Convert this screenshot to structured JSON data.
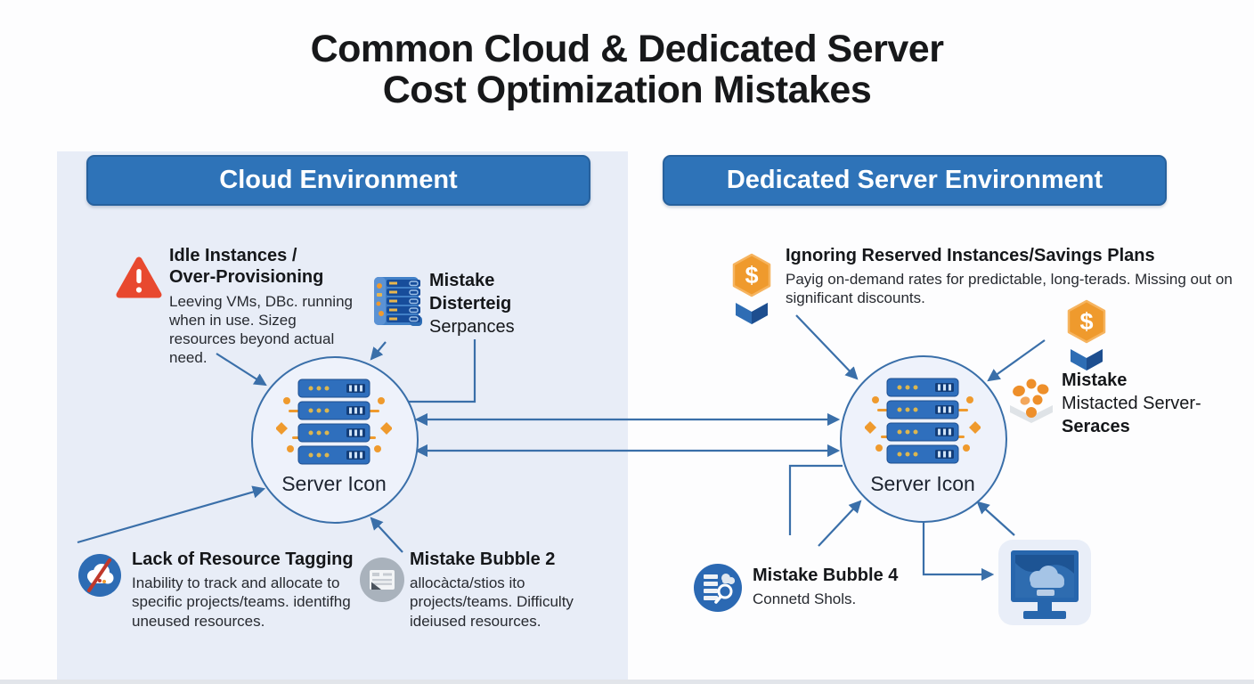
{
  "title": {
    "line1": "Common Cloud & Dedicated Server",
    "line2": "Cost Optimization Mistakes"
  },
  "cloud_panel": {
    "header": "Cloud Environment",
    "server_label": "Server Icon",
    "mistake_idle": {
      "title_line1": "Idle Instances /",
      "title_line2": "Over-Provisioning",
      "body": "Leeving VMs, DBc. running when in use. Sizeg resources beyond actual need."
    },
    "mistake_disterteig": {
      "line1": "Mistake",
      "line2": "Disterteig",
      "line3": "Serpances"
    },
    "mistake_tagging": {
      "title": "Lack of Resource Tagging",
      "body": "Inability to track and allocate to specific projects/teams. identifhg uneused resources."
    },
    "mistake_bubble2": {
      "title": "Mistake Bubble 2",
      "body": "allocàcta/stios ito projects/teams. Difficulty ideiused resources."
    }
  },
  "dedicated_panel": {
    "header": "Dedicated Server Environment",
    "server_label": "Server Icon",
    "mistake_reserved": {
      "title": "Ignoring Reserved Instances/Savings Plans",
      "body": "Payig on-demand rates for predictable, long-terads. Missing out on significant discounts."
    },
    "mistake_seraces": {
      "line1": "Mistake",
      "line2": "Mistacted Server-",
      "line3": "Seraces"
    },
    "mistake_bubble4": {
      "title": "Mistake Bubble 4",
      "body": "Connetd Shols."
    }
  },
  "colors": {
    "header_blue": "#2e73b8",
    "arrow_blue": "#3a6fa9",
    "panel_bg": "#e8edf7",
    "alert_red": "#e8492f",
    "icon_orange": "#ef9a2d",
    "server_blue": "#2f6fbd",
    "title_text": "#17181a"
  }
}
